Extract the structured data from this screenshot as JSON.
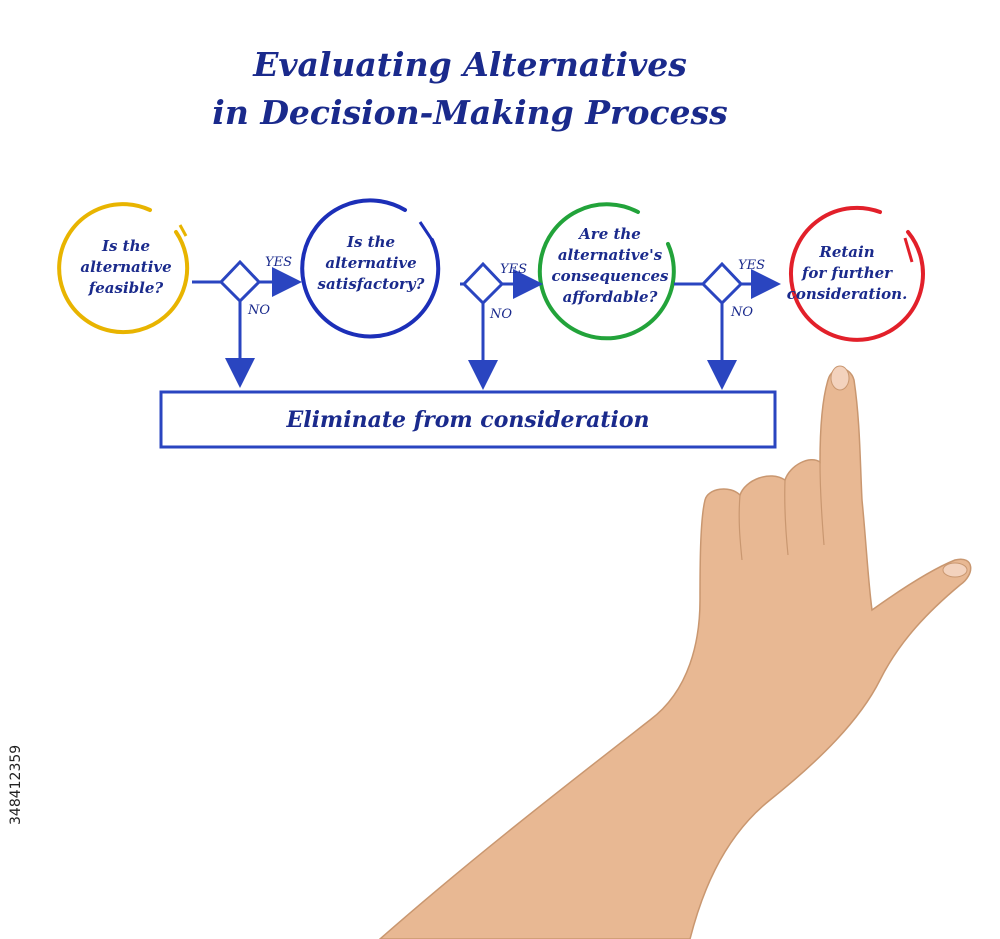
{
  "title": {
    "line1": "Evaluating Alternatives",
    "line2": "in Decision-Making Process"
  },
  "nodes": [
    {
      "lines": [
        "Is the",
        "alternative",
        "feasible?"
      ],
      "color": "#e8b400"
    },
    {
      "lines": [
        "Is the",
        "alternative",
        "satisfactory?"
      ],
      "color": "#1c2fb8"
    },
    {
      "lines": [
        "Are the",
        "alternative's",
        "consequences",
        "affordable?"
      ],
      "color": "#22a33a"
    },
    {
      "lines": [
        "Retain",
        "for further",
        "consideration."
      ],
      "color": "#e2202a"
    }
  ],
  "edge_labels": {
    "yes": "YES",
    "no": "NO"
  },
  "eliminate_box": "Eliminate from consideration",
  "watermark_id": "348412359",
  "colors": {
    "ink": "#1a2a8c",
    "line": "#2a45c0",
    "skin": "#e8b893"
  }
}
